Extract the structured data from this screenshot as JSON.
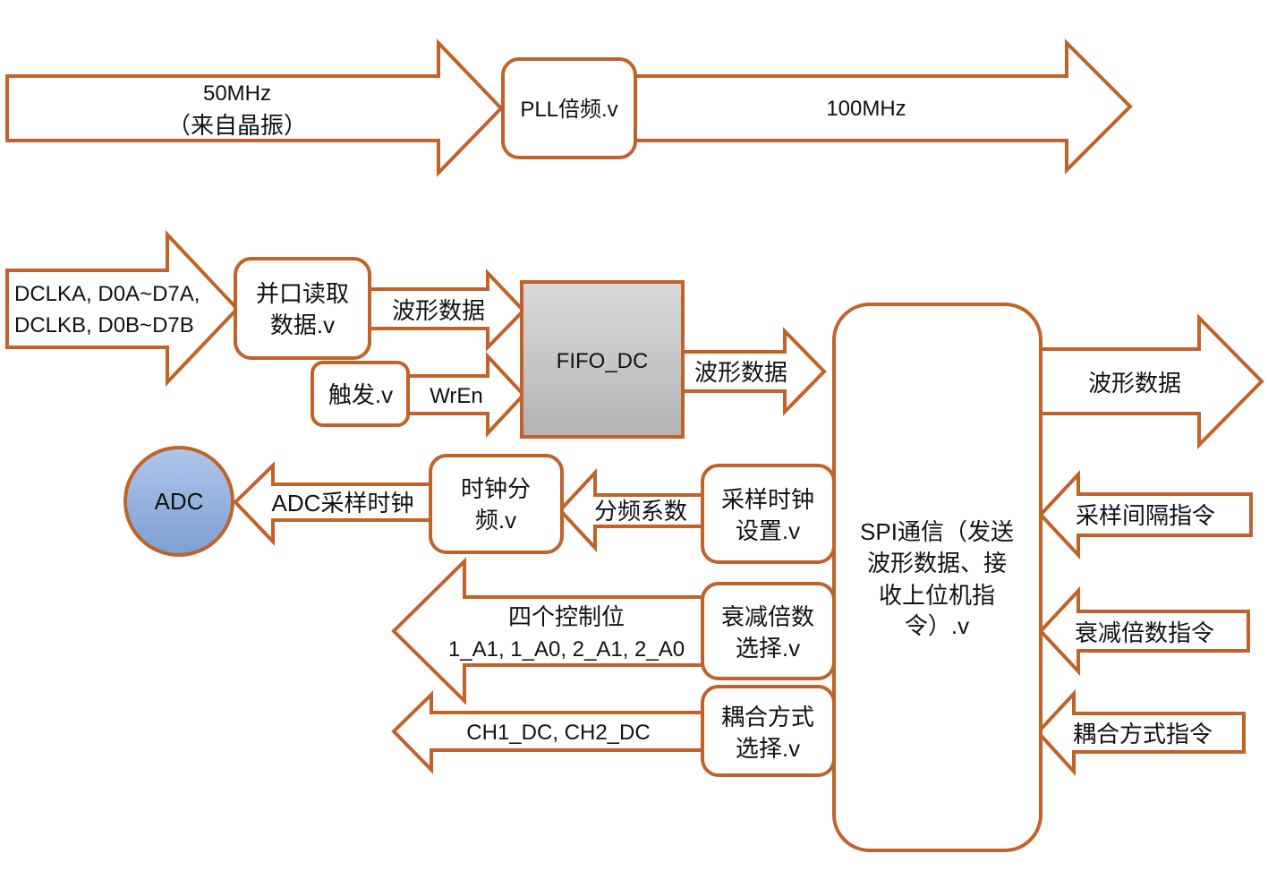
{
  "colors": {
    "outline": "#C0622A",
    "fifo_fill_top": "#DADADA",
    "fifo_fill_bottom": "#B3B3B3",
    "adc_fill_top": "#AFC6EA",
    "adc_fill_bottom": "#7D9FD3"
  },
  "clock_path": {
    "input_arrow": {
      "lines": [
        "50MHz",
        "（来自晶振）"
      ]
    },
    "pll_block": {
      "label": "PLL倍频.v"
    },
    "output_arrow": {
      "label": "100MHz"
    }
  },
  "acquisition": {
    "input_arrow": {
      "lines": [
        "DCLKA, D0A~D7A,",
        "DCLKB, D0B~D7B"
      ]
    },
    "parallel_read_block": {
      "lines": [
        "并口读取",
        "数据.v"
      ]
    },
    "waveform_to_fifo": {
      "label": "波形数据"
    },
    "trigger_block": {
      "label": "触发.v"
    },
    "wren_arrow": {
      "label": "WrEn"
    },
    "fifo_block": {
      "label": "FIFO_DC"
    },
    "waveform_to_spi": {
      "label": "波形数据"
    }
  },
  "spi": {
    "block": {
      "lines": [
        "SPI通信（发送",
        "波形数据、接",
        "收上位机指",
        "令）.v"
      ]
    },
    "waveform_out": {
      "label": "波形数据"
    },
    "commands": [
      {
        "label": "采样间隔指令"
      },
      {
        "label": "衰减倍数指令"
      },
      {
        "label": "耦合方式指令"
      }
    ]
  },
  "control": {
    "sample_clock_block": {
      "lines": [
        "采样时钟",
        "设置.v"
      ]
    },
    "divider_arrow": {
      "label": "分频系数"
    },
    "clock_divider_block": {
      "lines": [
        "时钟分",
        "频.v"
      ]
    },
    "adc_clock_arrow": {
      "label": "ADC采样时钟"
    },
    "adc": {
      "label": "ADC"
    },
    "attenuation_block": {
      "lines": [
        "衰减倍数",
        "选择.v"
      ]
    },
    "control_bits_arrow": {
      "lines": [
        "四个控制位",
        "1_A1, 1_A0, 2_A1, 2_A0"
      ]
    },
    "coupling_block": {
      "lines": [
        "耦合方式",
        "选择.v"
      ]
    },
    "coupling_arrow": {
      "label": "CH1_DC, CH2_DC"
    }
  }
}
